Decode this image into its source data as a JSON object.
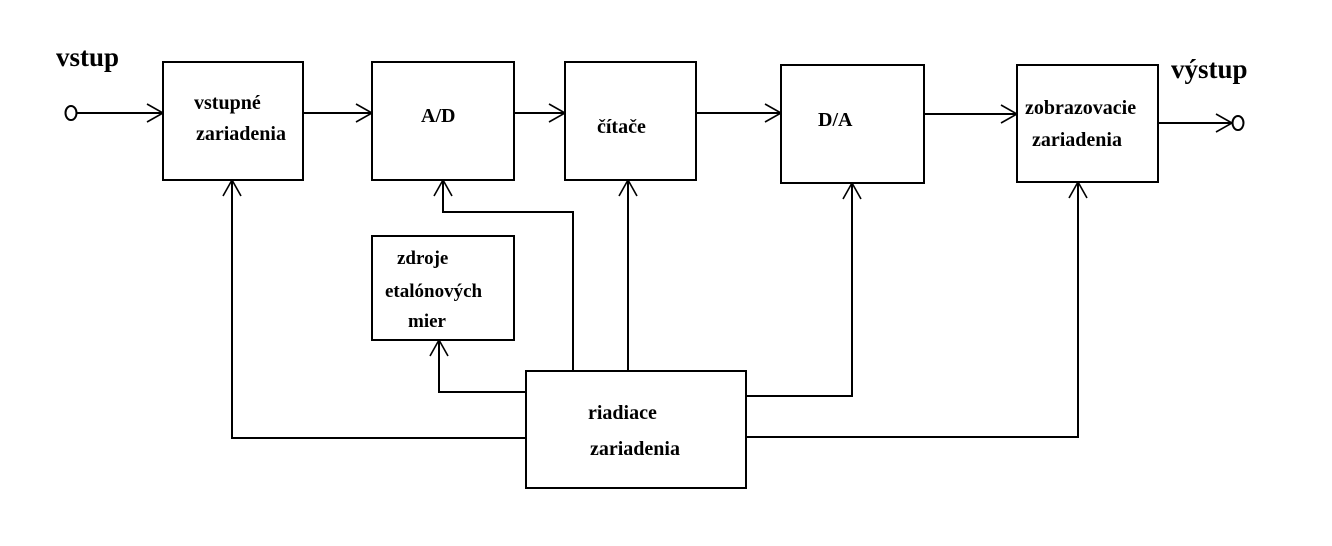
{
  "terminals": {
    "input_label": "vstup",
    "output_label": "výstup"
  },
  "blocks": {
    "input_devices": {
      "line1": "vstupné",
      "line2": "zariadenia"
    },
    "ad": {
      "label": "A/D"
    },
    "counters": {
      "label": "čítače"
    },
    "da": {
      "label": "D/A"
    },
    "display_devices": {
      "line1": "zobrazovacie",
      "line2": "zariadenia"
    },
    "reference_sources": {
      "line1": "zdroje",
      "line2": "etalónových",
      "line3": "mier"
    },
    "control_devices": {
      "line1": "riadiace",
      "line2": "zariadenia"
    }
  }
}
